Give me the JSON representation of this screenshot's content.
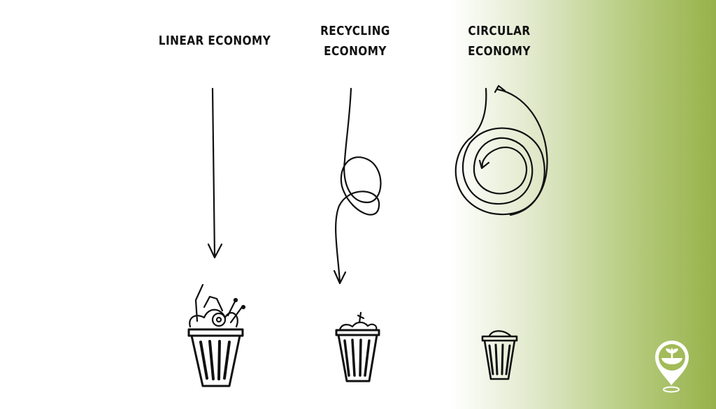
{
  "columns": [
    {
      "title_line1": "LINEAR ECONOMY",
      "title_line2": ""
    },
    {
      "title_line1": "RECYCLING",
      "title_line2": "ECONOMY"
    },
    {
      "title_line1": "CIRCULAR",
      "title_line2": "ECONOMY"
    }
  ],
  "colors": {
    "ink": "#111111",
    "brand_green": "#97b24a"
  },
  "logo_icon": "map-pin-sprout-icon"
}
